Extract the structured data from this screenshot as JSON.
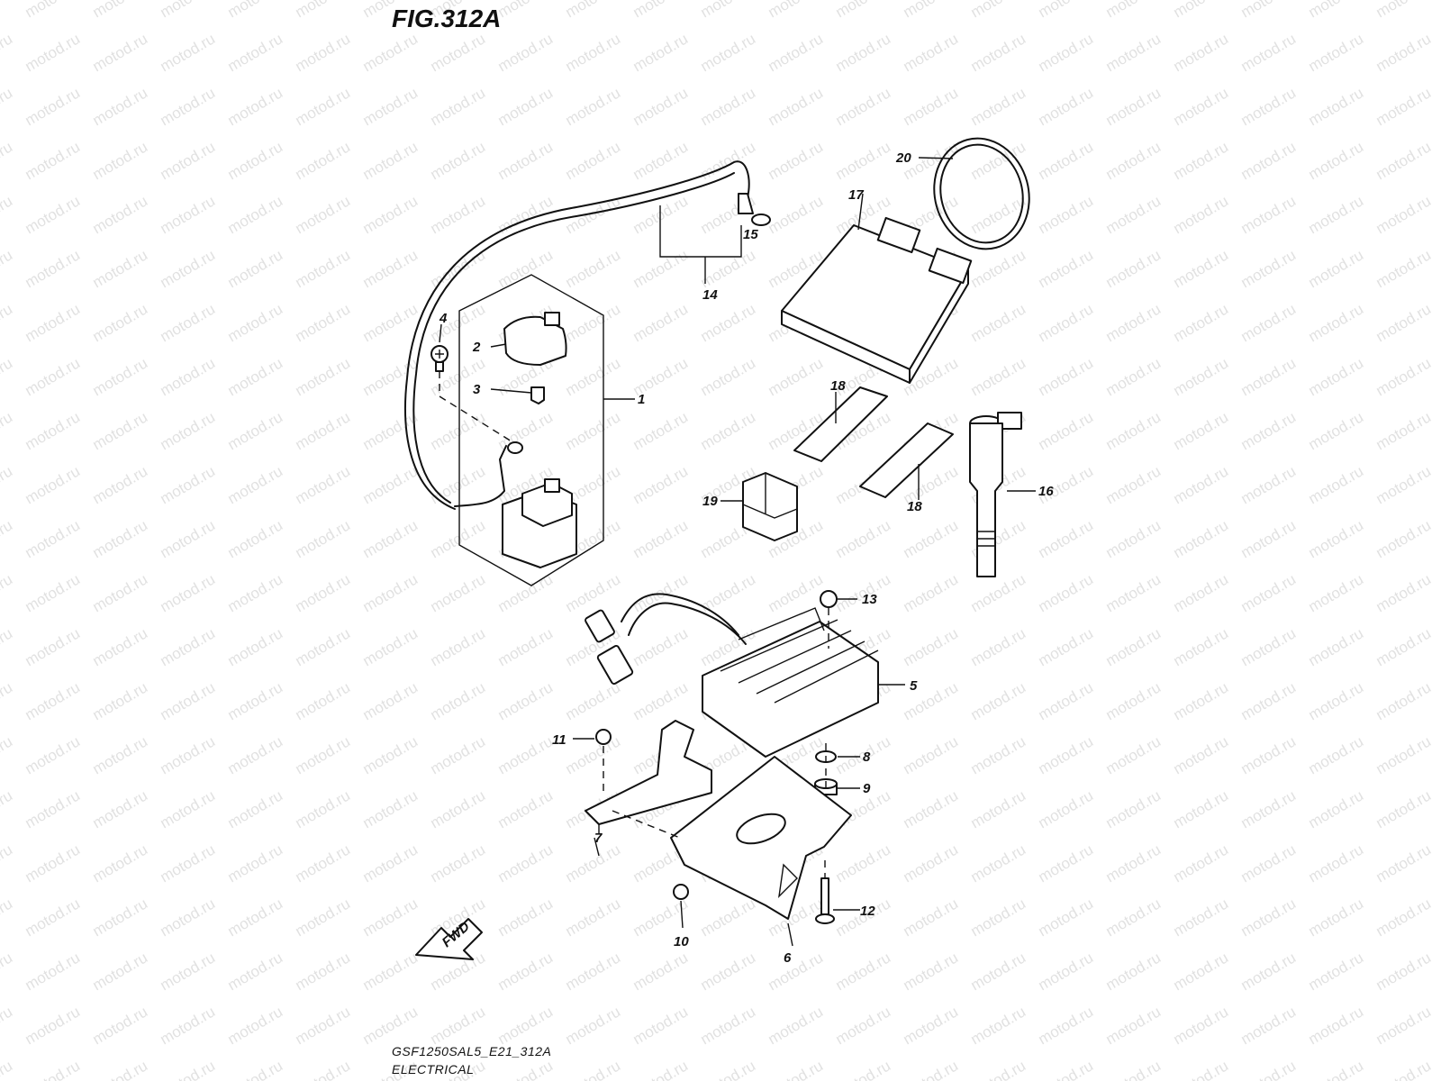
{
  "figure_title": "FIG.312A",
  "footer": {
    "code": "GSF1250SAL5_E21_312A",
    "section": "ELECTRICAL"
  },
  "watermark": "motod.ru",
  "fwd_label": "FWD",
  "callouts": [
    "1",
    "2",
    "3",
    "4",
    "5",
    "6",
    "7",
    "8",
    "9",
    "10",
    "11",
    "12",
    "13",
    "14",
    "15",
    "16",
    "17",
    "18",
    "18",
    "19",
    "20"
  ],
  "colors": {
    "line": "#111111",
    "watermark": "#c9c9c9",
    "background": "#ffffff"
  }
}
